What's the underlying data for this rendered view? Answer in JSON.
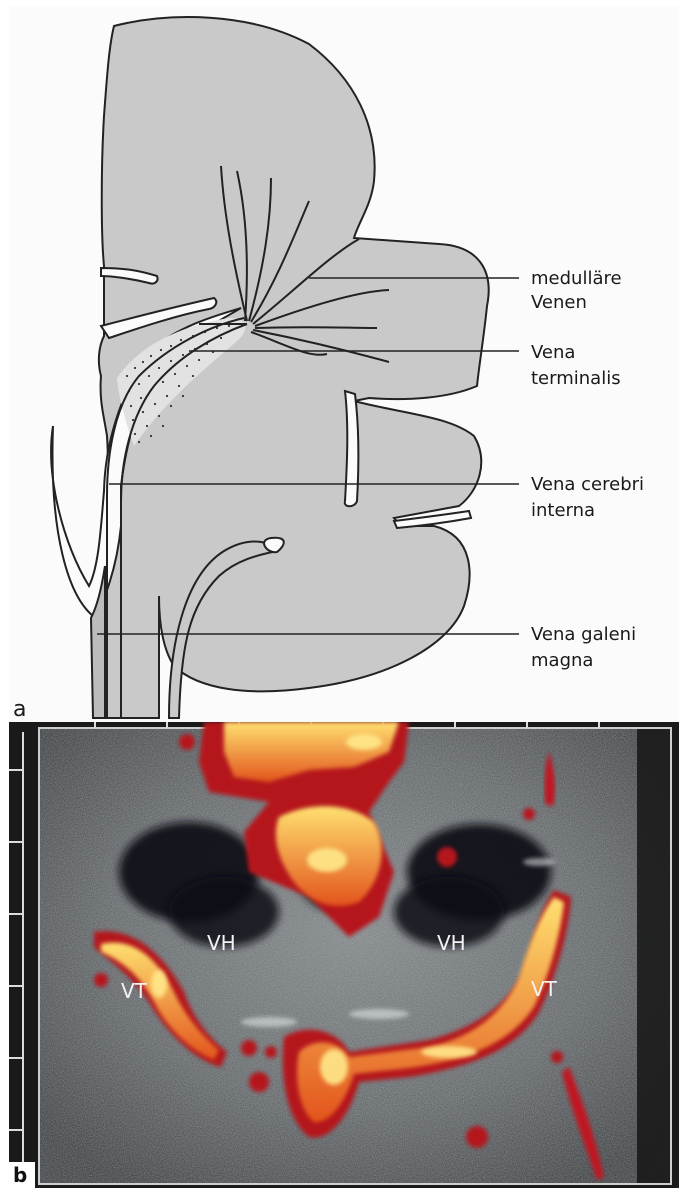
{
  "panel_a": {
    "letter": "a",
    "labels": [
      {
        "line1": "medulläre",
        "line2": "Venen"
      },
      {
        "line1": "Vena",
        "line2": "terminalis"
      },
      {
        "line1": "Vena cerebri",
        "line2": "interna"
      },
      {
        "line1": "Vena galeni",
        "line2": "magna"
      }
    ]
  },
  "panel_b": {
    "letter": "b",
    "ventricle_left": "VH",
    "ventricle_right": "VH",
    "vein_left": "VT",
    "vein_right": "VT"
  },
  "colors": {
    "brain_fill": "#c9c9c9",
    "outline": "#222222",
    "doppler_dark": "#b5121b",
    "doppler_hot": "#ffd24a"
  }
}
